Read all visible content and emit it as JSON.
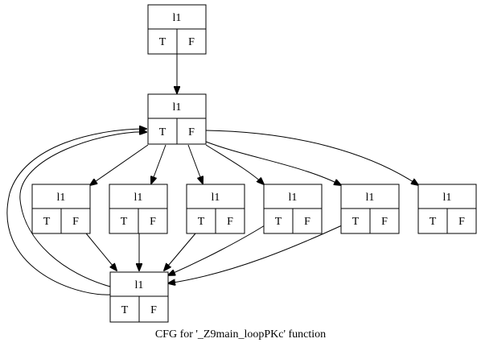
{
  "graph": {
    "caption": "CFG for '_Z9main_loopPKc' function",
    "nodes": [
      {
        "id": "n0",
        "label": "l1",
        "true_label": "T",
        "false_label": "F"
      },
      {
        "id": "n1",
        "label": "l1",
        "true_label": "T",
        "false_label": "F"
      },
      {
        "id": "n2",
        "label": "l1",
        "true_label": "T",
        "false_label": "F"
      },
      {
        "id": "n3",
        "label": "l1",
        "true_label": "T",
        "false_label": "F"
      },
      {
        "id": "n4",
        "label": "l1",
        "true_label": "T",
        "false_label": "F"
      },
      {
        "id": "n5",
        "label": "l1",
        "true_label": "T",
        "false_label": "F"
      },
      {
        "id": "n6",
        "label": "l1",
        "true_label": "T",
        "false_label": "F"
      },
      {
        "id": "n7",
        "label": "l1",
        "true_label": "T",
        "false_label": "F"
      },
      {
        "id": "n8",
        "label": "l1",
        "true_label": "T",
        "false_label": "F"
      }
    ],
    "edges": [
      {
        "from": "n0",
        "to": "n1"
      },
      {
        "from": "n1",
        "to": "n2"
      },
      {
        "from": "n1",
        "to": "n3"
      },
      {
        "from": "n1",
        "to": "n4"
      },
      {
        "from": "n1",
        "to": "n5"
      },
      {
        "from": "n1",
        "to": "n6"
      },
      {
        "from": "n1",
        "to": "n7"
      },
      {
        "from": "n2",
        "to": "n8"
      },
      {
        "from": "n3",
        "to": "n8"
      },
      {
        "from": "n4",
        "to": "n8"
      },
      {
        "from": "n5",
        "to": "n8"
      },
      {
        "from": "n6",
        "to": "n8"
      },
      {
        "from": "n8",
        "to": "n1"
      },
      {
        "from": "n8",
        "to": "n1"
      }
    ]
  }
}
